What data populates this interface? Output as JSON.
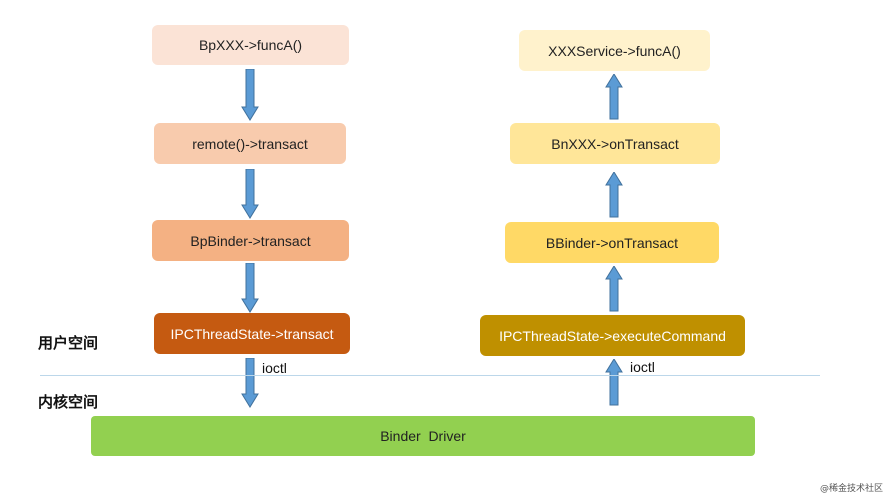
{
  "left_column": {
    "box1": "BpXXX->funcA()",
    "box2": "remote()->transact",
    "box3": "BpBinder->transact",
    "box4": "IPCThreadState->transact"
  },
  "right_column": {
    "box1": "XXXService->funcA()",
    "box2": "BnXXX->onTransact",
    "box3": "BBinder->onTransact",
    "box4": "IPCThreadState->executeCommand"
  },
  "ioctl_left": "ioctl",
  "ioctl_right": "ioctl",
  "user_space_label": "用户空间",
  "kernel_space_label": "内核空间",
  "driver_label": "Binder  Driver",
  "watermark": "@稀金技术社区",
  "colors": {
    "left_box1": "#fbe3d6",
    "left_box2": "#f8cbad",
    "left_box3": "#f4b183",
    "left_box4": "#c55a11",
    "right_box1": "#fff2cc",
    "right_box2": "#ffe699",
    "right_box3": "#ffd966",
    "right_box4": "#bf9000",
    "driver": "#92d050",
    "arrow": "#5b9bd5",
    "arrow_stroke": "#41719c"
  }
}
